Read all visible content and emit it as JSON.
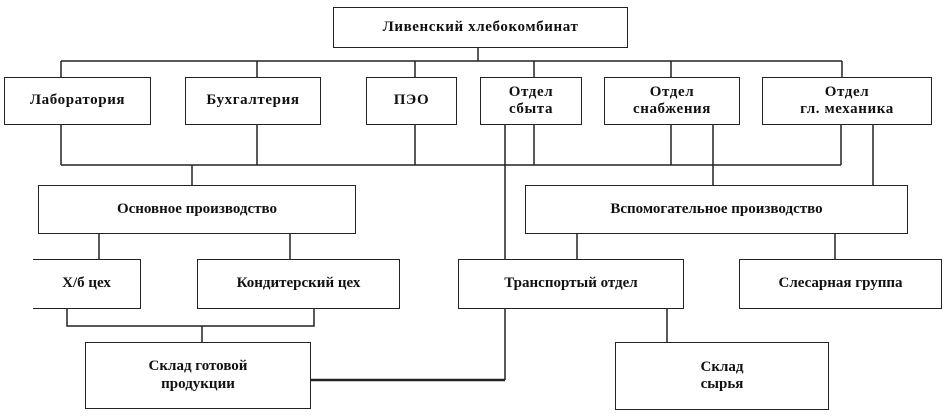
{
  "title": "Ливенский хлебокомбинат",
  "departments": {
    "lab": "Лаборатория",
    "accounting": "Бухгалтерия",
    "peo": "ПЭО",
    "sales": "Отдел\nсбыта",
    "supply": "Отдел\nснабжения",
    "mechanic": "Отдел\nгл. механика"
  },
  "production": {
    "main": "Основное производство",
    "auxiliary": "Вспомогательное производство"
  },
  "units": {
    "bread_shop": "Х/б цех",
    "confectionery_shop": "Кондитерский цех",
    "transport": "Транспортый отдел",
    "fitters": "Слесарная группа"
  },
  "warehouses": {
    "finished": "Склад готовой\nпродукции",
    "raw": "Склад\nсырья"
  }
}
